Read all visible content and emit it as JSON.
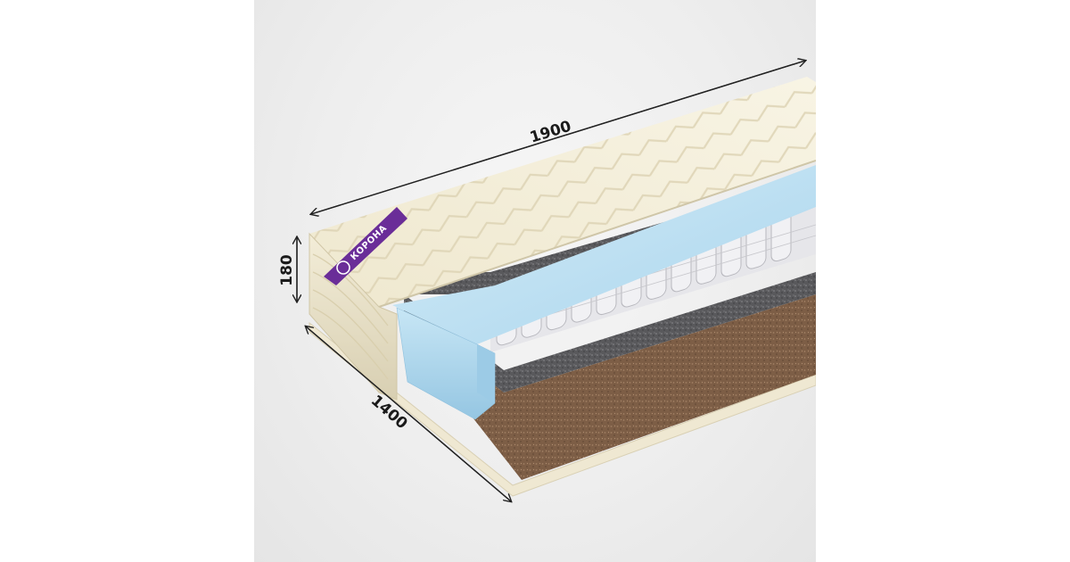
{
  "product": {
    "dimensions": {
      "length": "1900",
      "width": "1400",
      "height": "180"
    },
    "brand_label": "КОРОНА"
  },
  "colors": {
    "background": "#eeeeee",
    "cover": "#f2ecd6",
    "memory_foam": "#bfe1f2",
    "felt": "#58585a",
    "springs": "#e9e9ec",
    "coconut": "#8a6a50",
    "brand_purple": "#6a2d98"
  }
}
